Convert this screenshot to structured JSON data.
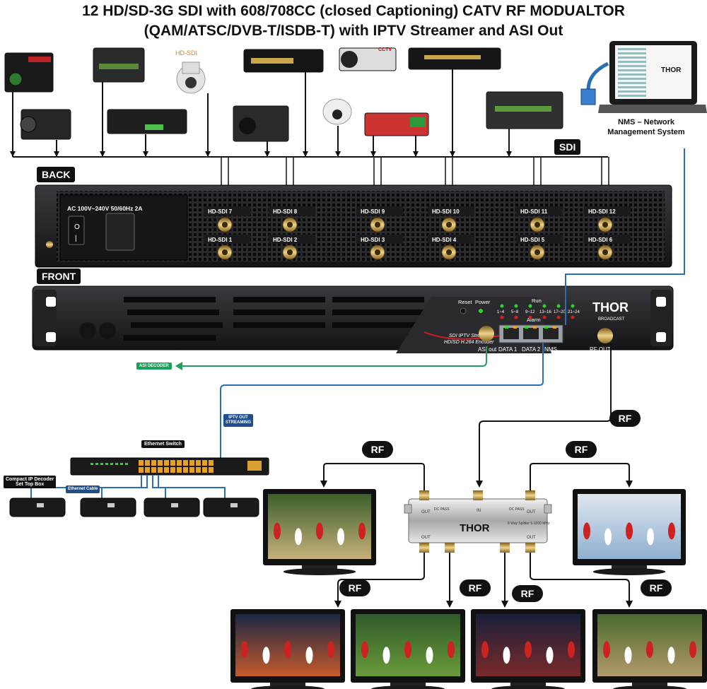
{
  "title_line1": "12 HD/SD-3G SDI with 608/708CC (closed Captioning) CATV RF MODUALTOR",
  "title_line2": "(QAM/ATSC/DVB-T/ISDB-T) with  IPTV Streamer and ASI Out",
  "camera_label_hdsdi": "HD-SDI",
  "camera_label_cctv": "CCTV",
  "sdi_tag": "SDI",
  "back_tag": "BACK",
  "front_tag": "FRONT",
  "nms_label_line1": "NMS – Network",
  "nms_label_line2": "Management System",
  "back_panel": {
    "power_label": "AC 100V~240V 50/60Hz 2A",
    "ports_top": [
      "HD-SDI 7",
      "HD-SDI 8",
      "HD-SDI 9",
      "HD-SDI 10",
      "HD-SDI 11",
      "HD-SDI 12"
    ],
    "ports_bottom": [
      "HD-SDI 1",
      "HD-SDI 2",
      "HD-SDI 3",
      "HD-SDI 4",
      "HD-SDI 5",
      "HD-SDI 6"
    ]
  },
  "front_panel": {
    "reset": "Reset",
    "power": "Power",
    "run": "Run",
    "alarm": "Alarm",
    "channels": [
      "1~4",
      "5~8",
      "9~12",
      "13~16",
      "17~20",
      "21~24"
    ],
    "caption_line1": "SDI IPTV Streaming",
    "caption_line2": "HD/SD H.264 Encoder",
    "asi_out": "ASI out",
    "data1": "DATA 1",
    "data2": "DATA 2",
    "nms": "NMS",
    "rf_out": "RF    OUT",
    "brand": "THOR",
    "brand_sub": "BROADCAST"
  },
  "asi_decoder": "ASI DECODER",
  "iptv_out_line1": "IPTV OUT",
  "iptv_out_line2": "STREAMING",
  "ethernet_switch": "Ethernet Switch",
  "ethernet_cable": "Ethernet Cable",
  "decoder_line1": "Compact IP Decoder",
  "decoder_line2": "Set Top Box",
  "rf_tag": "RF",
  "splitter": {
    "in": "IN",
    "out": "OUT",
    "dc_pass": "DC PASS",
    "spec": "8 Way Splitter 5-1000 MHz"
  },
  "colors": {
    "blue_line": "#2a6fb5",
    "green_line": "#22a05a",
    "panel_dark": "#1b1b1d",
    "gold": "#c9a14a"
  }
}
